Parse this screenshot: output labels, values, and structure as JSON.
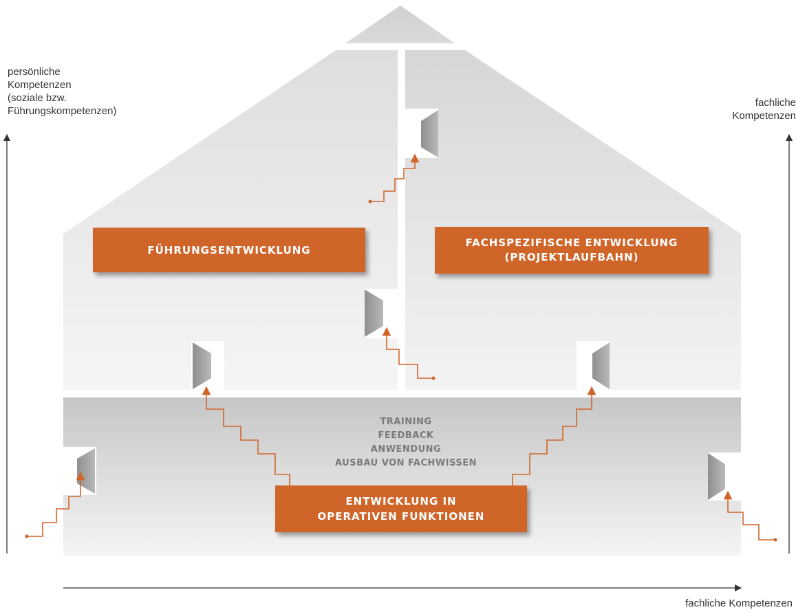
{
  "axes": {
    "left_label": [
      "persönliche",
      "Kompetenzen",
      "(soziale bzw.",
      "Führungskompetenzen)"
    ],
    "right_label": [
      "fachliche",
      "Kompetenzen"
    ],
    "bottom_label": "fachliche Kompetenzen"
  },
  "boxes": {
    "leadership": "FÜHRUNGSENTWICKLUNG",
    "specialist": [
      "FACHSPEZIFISCHE ENTWICKLUNG",
      "(PROJEKTLAUFBAHN)"
    ],
    "operative": [
      "ENTWICKLUNG IN",
      "OPERATIVEN FUNKTIONEN"
    ]
  },
  "activities": [
    "TRAINING",
    "FEEDBACK",
    "ANWENDUNG",
    "AUSBAU VON FACHWISSEN"
  ],
  "colors": {
    "accent": "#d0652a",
    "house_light": "#f3f3f3",
    "house_dark": "#c8c8c8",
    "path": "#d0652a"
  }
}
